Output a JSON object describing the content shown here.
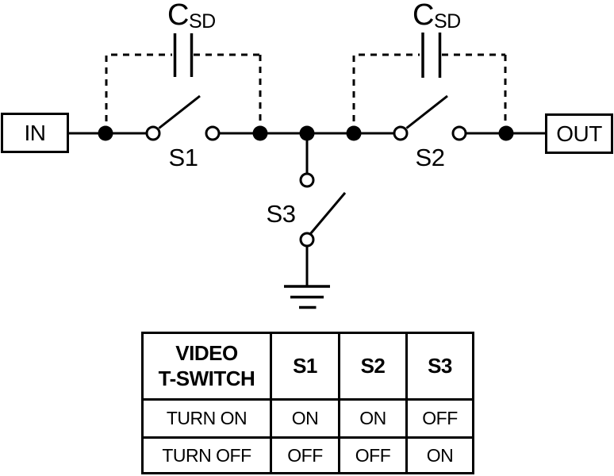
{
  "diagram": {
    "in_label": "IN",
    "out_label": "OUT",
    "capacitor_left": {
      "symbol": "C",
      "subscript": "SD"
    },
    "capacitor_right": {
      "symbol": "C",
      "subscript": "SD"
    },
    "switch1_label": "S1",
    "switch2_label": "S2",
    "switch3_label": "S3"
  },
  "table": {
    "title_cell": "VIDEO\nT-SWITCH",
    "columns": [
      "S1",
      "S2",
      "S3"
    ],
    "rows": [
      {
        "label": "TURN ON",
        "values": [
          "ON",
          "ON",
          "OFF"
        ]
      },
      {
        "label": "TURN OFF",
        "values": [
          "OFF",
          "OFF",
          "ON"
        ]
      }
    ]
  },
  "colors": {
    "ink": "#000000",
    "background": "#ffffff"
  }
}
